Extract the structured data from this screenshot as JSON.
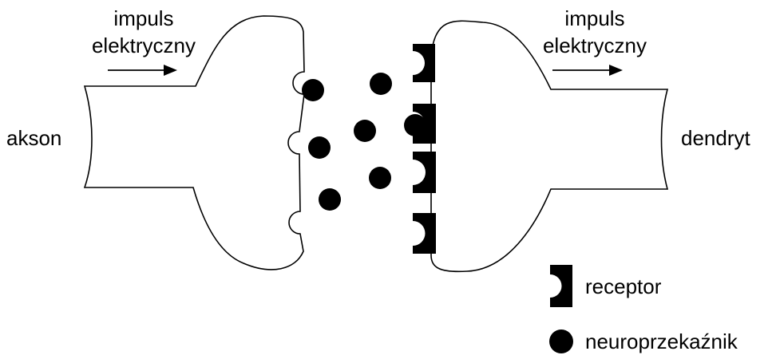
{
  "labels": {
    "left_impulse_line1": "impuls",
    "left_impulse_line2": "elektryczny",
    "right_impulse_line1": "impuls",
    "right_impulse_line2": "elektryczny",
    "axon": "akson",
    "dendrite": "dendryt"
  },
  "legend": {
    "receptor_label": "receptor",
    "neurotransmitter_label": "neuroprzekaźnik"
  },
  "colors": {
    "stroke": "#000000",
    "fill_dark": "#000000",
    "background": "#ffffff"
  }
}
